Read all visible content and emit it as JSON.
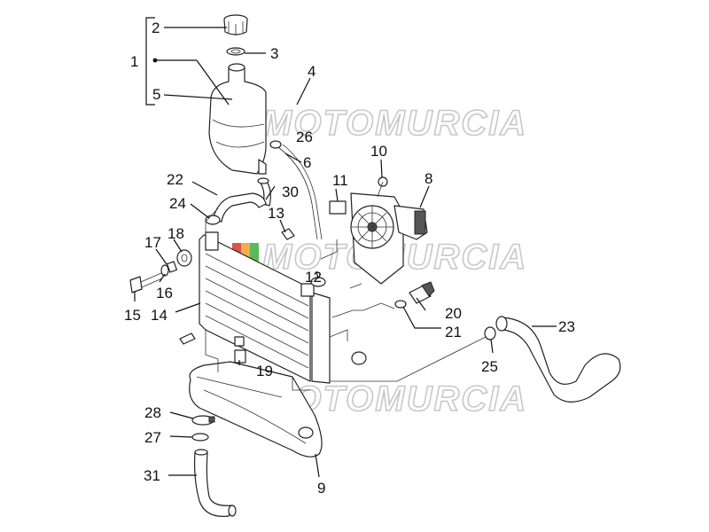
{
  "watermark": {
    "text": "MOTOMURCIA",
    "colors": [
      "#d9534f",
      "#f0ad4e",
      "#5cb85c",
      "#999999"
    ]
  },
  "callouts": {
    "c1": "1",
    "c2": "2",
    "c3": "3",
    "c4": "4",
    "c5": "5",
    "c6": "6",
    "c8": "8",
    "c9": "9",
    "c10": "10",
    "c11": "11",
    "c12": "12",
    "c13": "13",
    "c14": "14",
    "c15": "15",
    "c16": "16",
    "c17": "17",
    "c18": "18",
    "c19": "19",
    "c20": "20",
    "c21": "21",
    "c22": "22",
    "c23": "23",
    "c24": "24",
    "c25": "25",
    "c26": "26",
    "c27": "27",
    "c28": "28",
    "c30": "30",
    "c31": "31"
  }
}
